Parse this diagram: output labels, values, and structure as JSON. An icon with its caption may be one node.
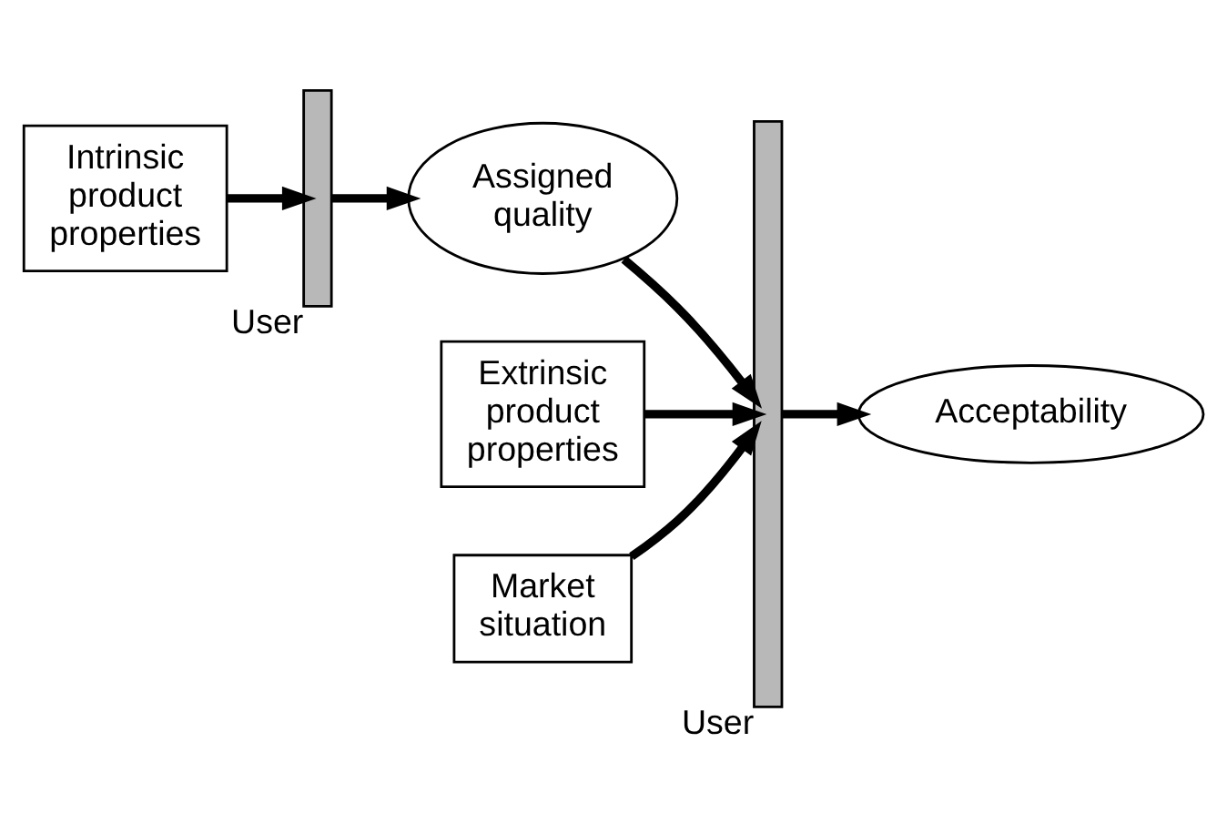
{
  "diagram": {
    "nodes": [
      {
        "text": [
          "Intrinsic product properties"
        ]
      },
      {
        "text": [],
        "shape": "bar",
        "beside": [
          "User"
        ]
      },
      {
        "text": [
          "Assigned quality"
        ]
      },
      {
        "text": [
          "Extrinsic product properties"
        ]
      },
      {
        "text": [
          "Market situation"
        ]
      },
      {
        "text": [],
        "shape": "bar",
        "beside": [
          "User"
        ]
      },
      {
        "text": [
          "Acceptability"
        ]
      }
    ],
    "edges": [
      {
        "from": 0,
        "to": 1,
        "arrow": "to"
      },
      {
        "from": 1,
        "to": 2,
        "arrow": "to"
      },
      {
        "from": 2,
        "to": 5,
        "arrow": "to"
      },
      {
        "from": 3,
        "to": 5,
        "arrow": "to"
      },
      {
        "from": 4,
        "to": 5,
        "arrow": "to"
      },
      {
        "from": 5,
        "to": 6,
        "arrow": "to"
      }
    ]
  }
}
